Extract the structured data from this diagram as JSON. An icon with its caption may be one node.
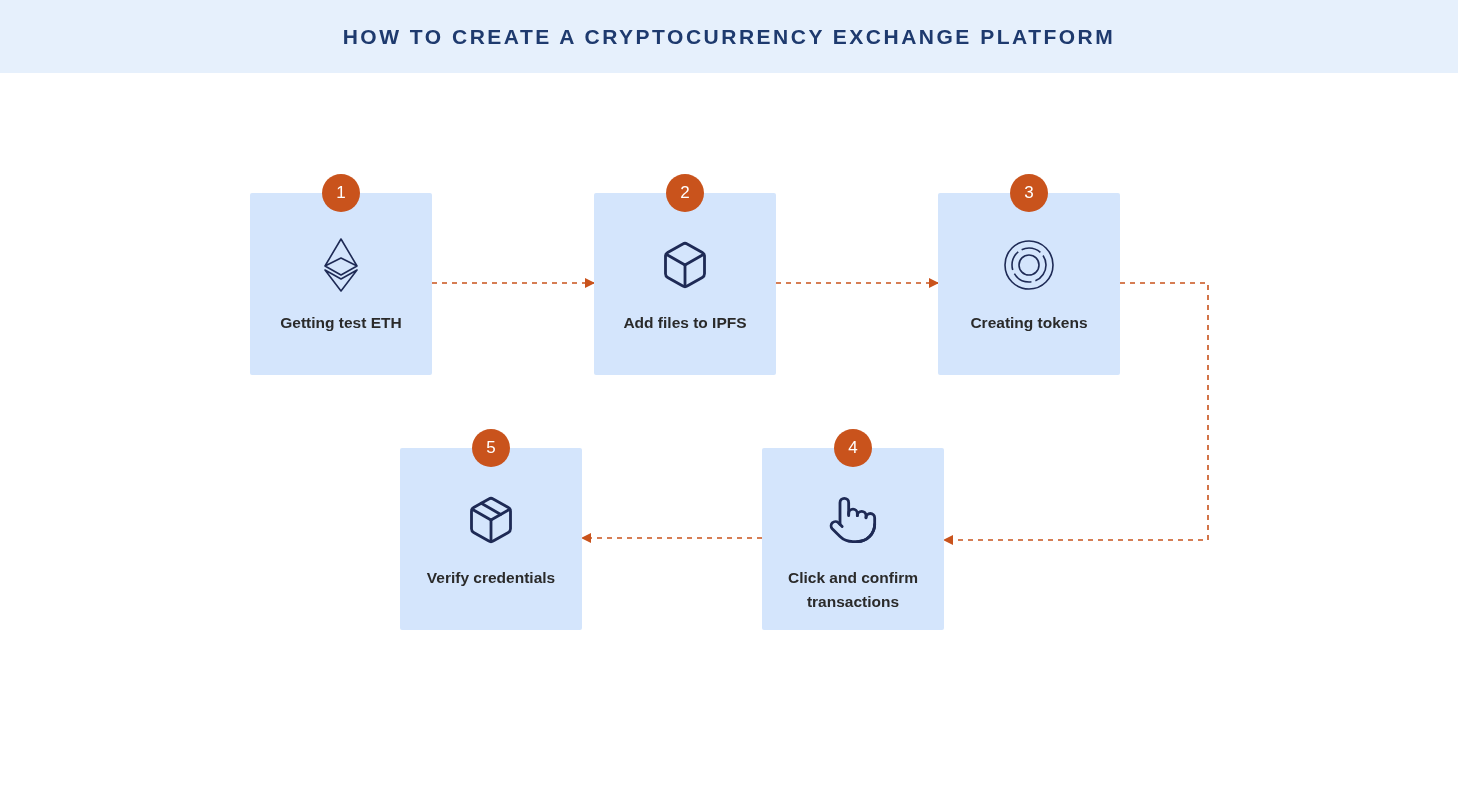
{
  "diagram": {
    "title": "HOW TO CREATE A CRYPTOCURRENCY EXCHANGE PLATFORM",
    "nodes": [
      {
        "text": [
          "1",
          "Getting test ETH"
        ]
      },
      {
        "text": [
          "2",
          "Add files to IPFS"
        ]
      },
      {
        "text": [
          "3",
          "Creating tokens"
        ]
      },
      {
        "text": [
          "4",
          "Click and confirm transactions"
        ]
      },
      {
        "text": [
          "5",
          "Verify credentials"
        ]
      }
    ],
    "edges": [
      {
        "from": 0,
        "to": 1,
        "arrow": "to",
        "style": "dashed"
      },
      {
        "from": 1,
        "to": 2,
        "arrow": "to",
        "style": "dashed"
      },
      {
        "from": 2,
        "to": 3,
        "arrow": "to",
        "style": "dashed"
      },
      {
        "from": 3,
        "to": 4,
        "arrow": "to",
        "style": "dashed"
      }
    ]
  }
}
